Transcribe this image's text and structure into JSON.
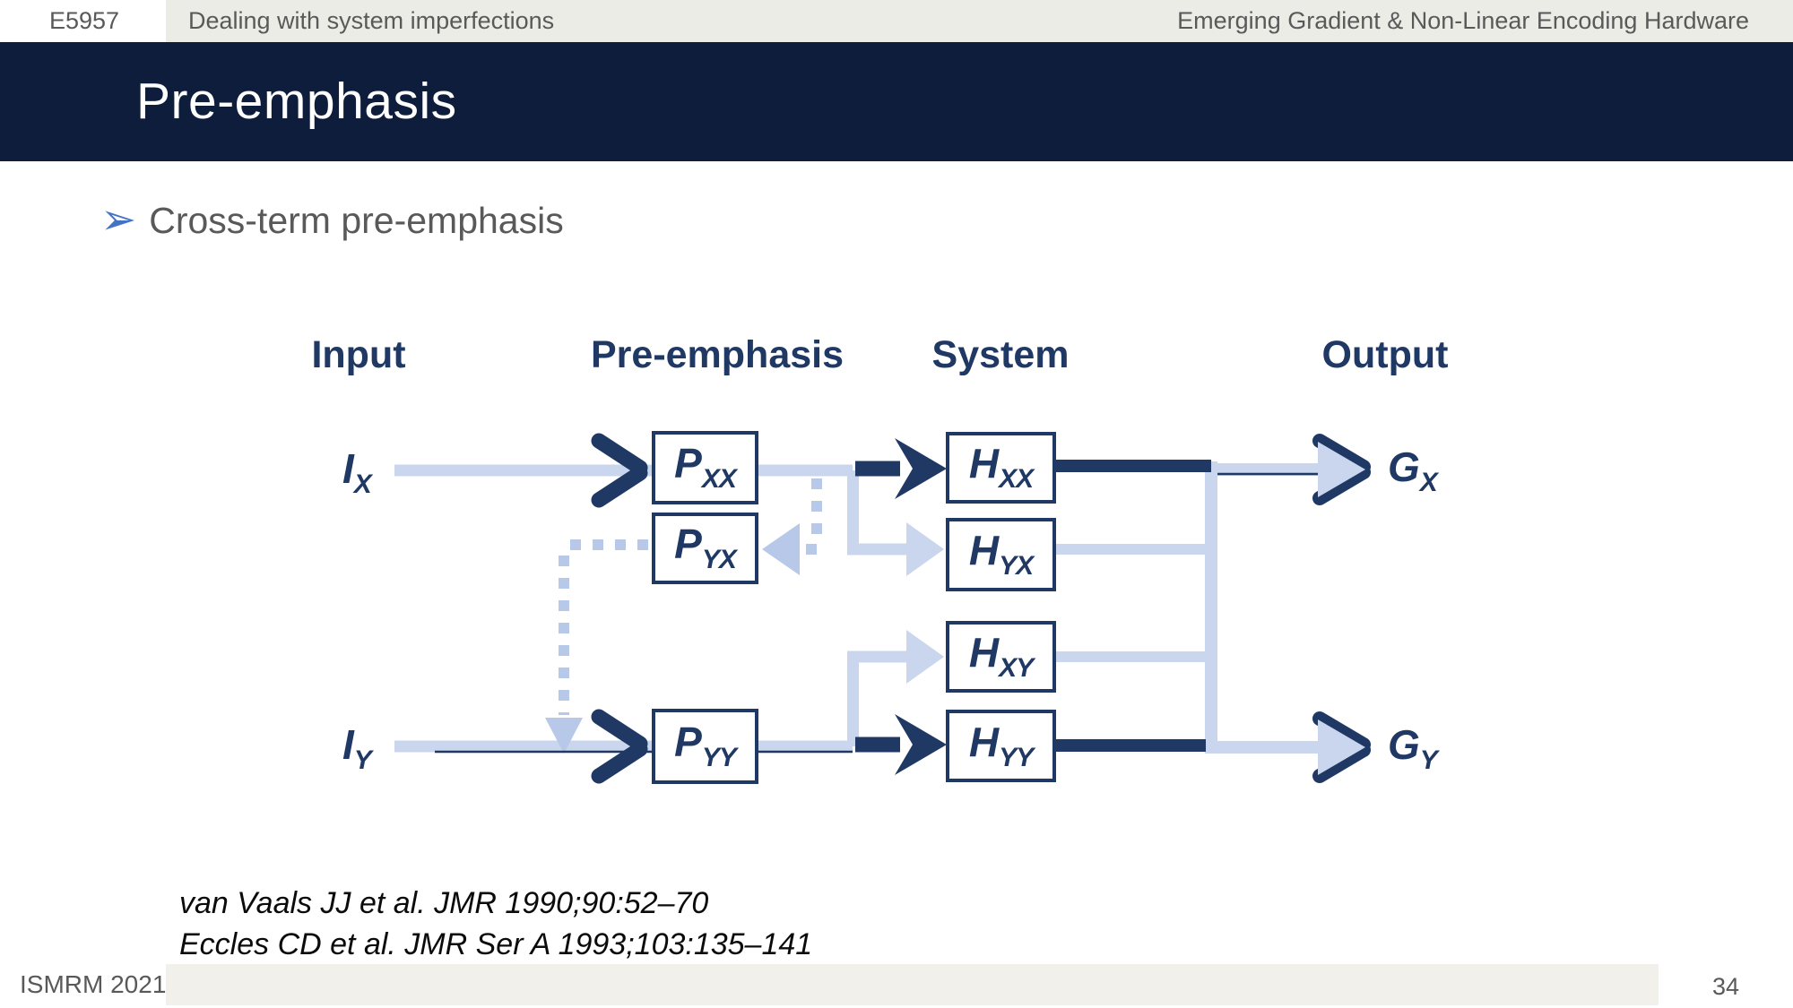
{
  "header": {
    "session_code": "E5957",
    "session_title": "Dealing with system imperfections",
    "course_title": "Emerging Gradient & Non-Linear Encoding Hardware"
  },
  "title_bar": {
    "title": "Pre-emphasis"
  },
  "bullet": {
    "marker": "➢",
    "text": "Cross-term pre-emphasis"
  },
  "diagram": {
    "column_headers": [
      {
        "label": "Input"
      },
      {
        "label": "Pre-emphasis"
      },
      {
        "label": "System"
      },
      {
        "label": "Output"
      }
    ],
    "inputs": [
      {
        "main": "I",
        "sub": "X"
      },
      {
        "main": "I",
        "sub": "Y"
      }
    ],
    "outputs": [
      {
        "main": "G",
        "sub": "X"
      },
      {
        "main": "G",
        "sub": "Y"
      }
    ],
    "pre_emphasis_blocks": [
      {
        "main": "P",
        "sub": "XX"
      },
      {
        "main": "P",
        "sub": "YX"
      },
      {
        "main": "P",
        "sub": "YY"
      }
    ],
    "system_blocks": [
      {
        "main": "H",
        "sub": "XX"
      },
      {
        "main": "H",
        "sub": "YX"
      },
      {
        "main": "H",
        "sub": "XY"
      },
      {
        "main": "H",
        "sub": "YY"
      }
    ]
  },
  "references": {
    "line1": "van Vaals JJ et al. JMR 1990;90:52–70",
    "line2": "Eccles CD et al. JMR Ser A 1993;103:135–141"
  },
  "footer": {
    "conference": "ISMRM 2021",
    "page_number": "34"
  },
  "colors": {
    "navy": "#1F3864",
    "band_navy": "#0E1D3C",
    "light_blue": "#C9D6EE",
    "dotted_blue": "#B7C8E8",
    "accent_blue": "#4472C4"
  }
}
